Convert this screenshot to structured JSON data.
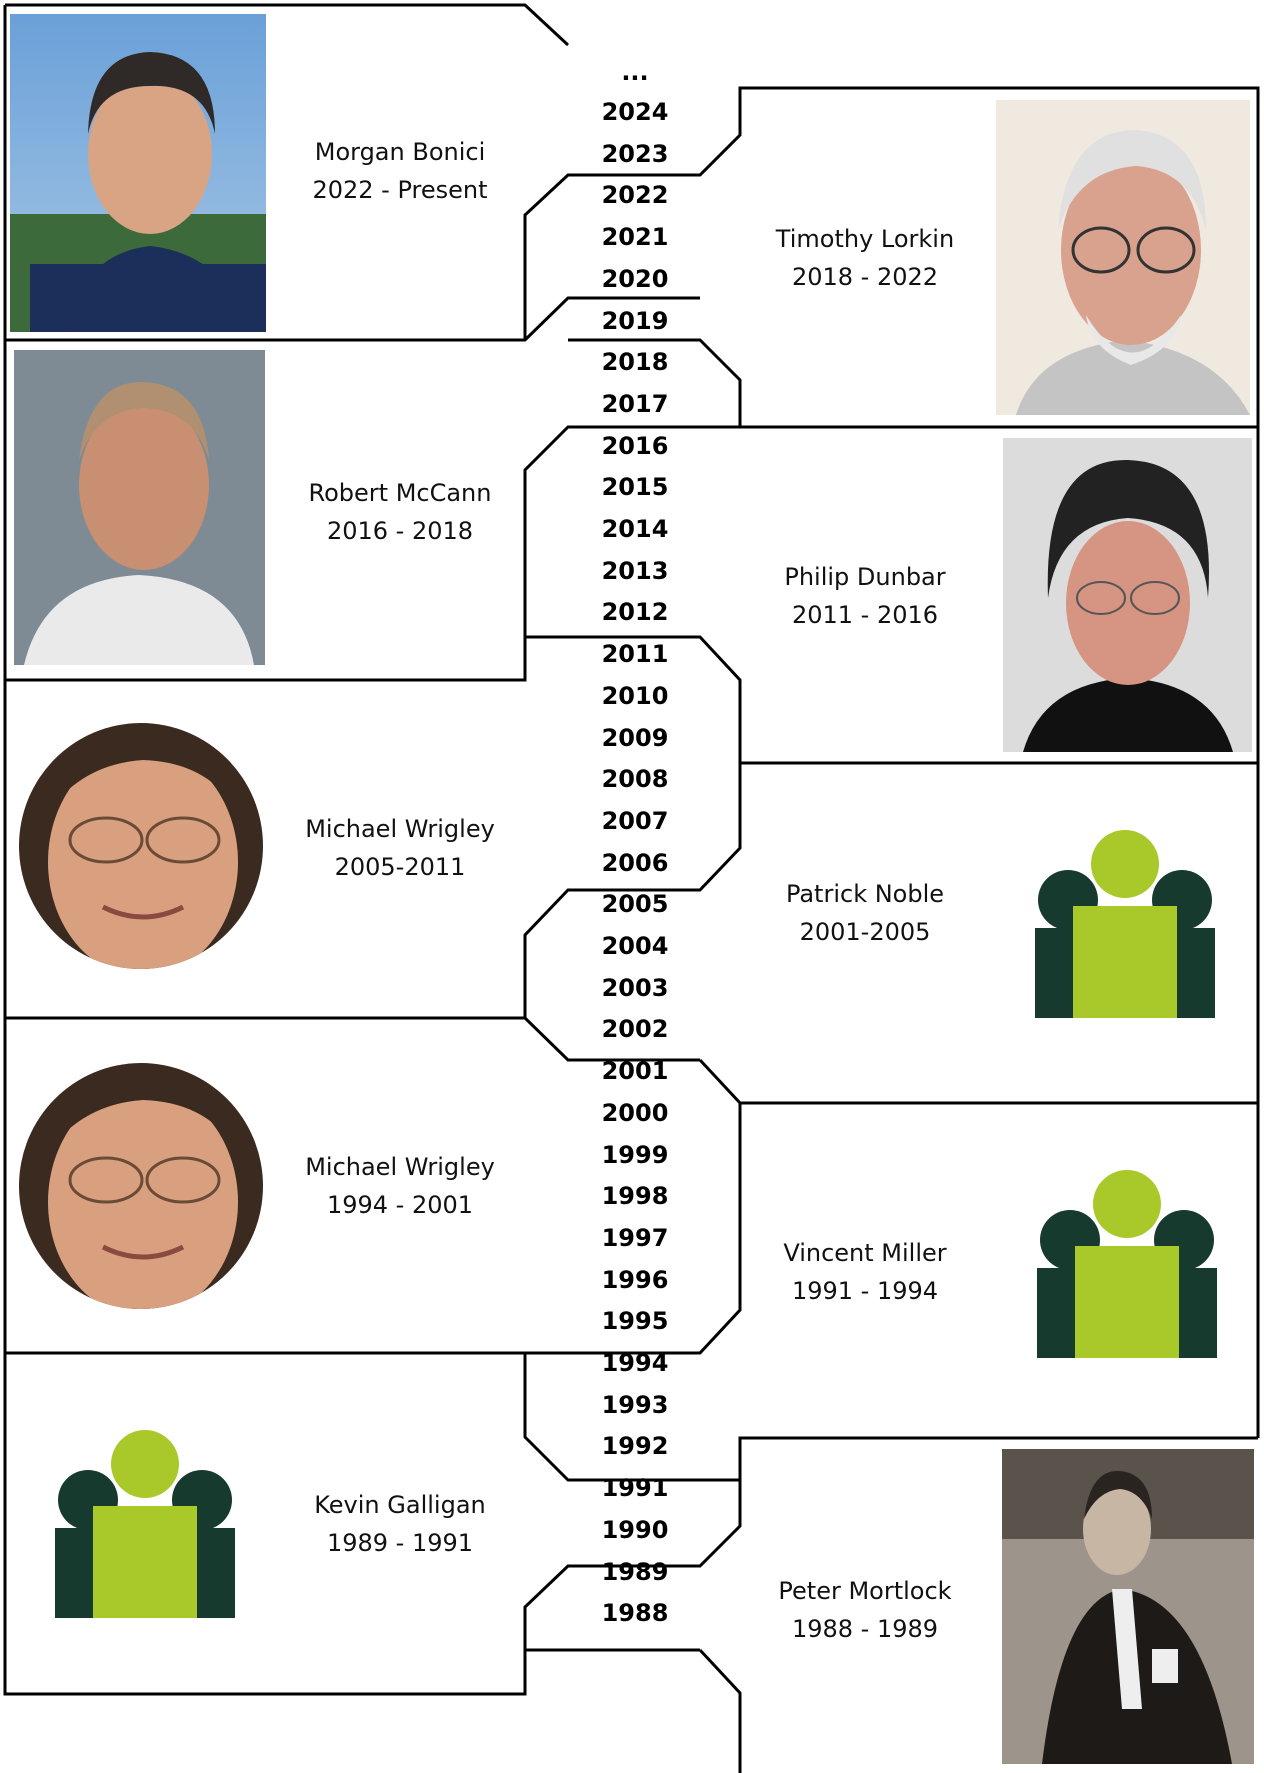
{
  "ellipsis": "...",
  "years": [
    "2024",
    "2023",
    "2022",
    "2021",
    "2020",
    "2019",
    "2018",
    "2017",
    "2016",
    "2015",
    "2014",
    "2013",
    "2012",
    "2011",
    "2010",
    "2009",
    "2008",
    "2007",
    "2006",
    "2005",
    "2004",
    "2003",
    "2002",
    "2001",
    "2000",
    "1999",
    "1998",
    "1997",
    "1996",
    "1995",
    "1994",
    "1993",
    "1992",
    "1991",
    "1990",
    "1989",
    "1988"
  ],
  "people": [
    {
      "name": "Morgan Bonici",
      "term": "2022 - Present",
      "photo": "photo"
    },
    {
      "name": "Timothy Lorkin",
      "term": "2018 - 2022",
      "photo": "photo"
    },
    {
      "name": "Robert McCann",
      "term": "2016 - 2018",
      "photo": "photo"
    },
    {
      "name": "Philip Dunbar",
      "term": "2011 - 2016",
      "photo": "photo"
    },
    {
      "name": "Michael Wrigley",
      "term": "2005-2011",
      "photo": "oval-photo"
    },
    {
      "name": "Patrick Noble",
      "term": "2001-2005",
      "photo": "logo"
    },
    {
      "name": "Michael Wrigley",
      "term": "1994 - 2001",
      "photo": "oval-photo"
    },
    {
      "name": "Vincent Miller",
      "term": "1991 - 1994",
      "photo": "logo"
    },
    {
      "name": "Kevin Galligan",
      "term": "1989 - 1991",
      "photo": "logo"
    },
    {
      "name": "Peter Mortlock",
      "term": "1988 - 1989",
      "photo": "photo"
    }
  ],
  "colors": {
    "line": "#000000",
    "logo_dark": "#173a2f",
    "logo_light": "#a9c92a",
    "skin": "#d9a080",
    "hair": "#3a2a20"
  }
}
